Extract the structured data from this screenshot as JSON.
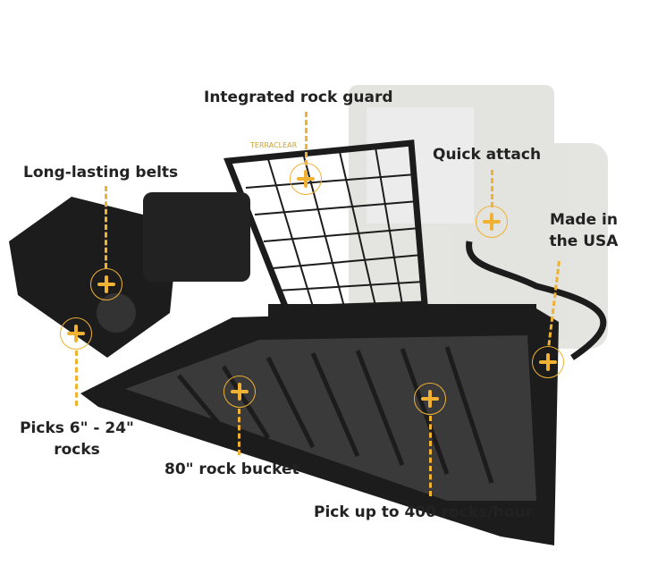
{
  "callouts": {
    "rock_guard": "Integrated rock guard",
    "quick_attach": "Quick attach",
    "made_in_usa_line1": "Made in",
    "made_in_usa_line2": "the USA",
    "belts": "Long-lasting belts",
    "picks_line1": "Picks 6\" - 24\"",
    "picks_line2": "rocks",
    "bucket": "80\" rock bucket",
    "rate": "Pick up to 400 rocks/hour"
  },
  "brand_logo": "TERRACLEAR",
  "colors": {
    "accent": "#f0b232",
    "machine": "#1c1c1c"
  }
}
